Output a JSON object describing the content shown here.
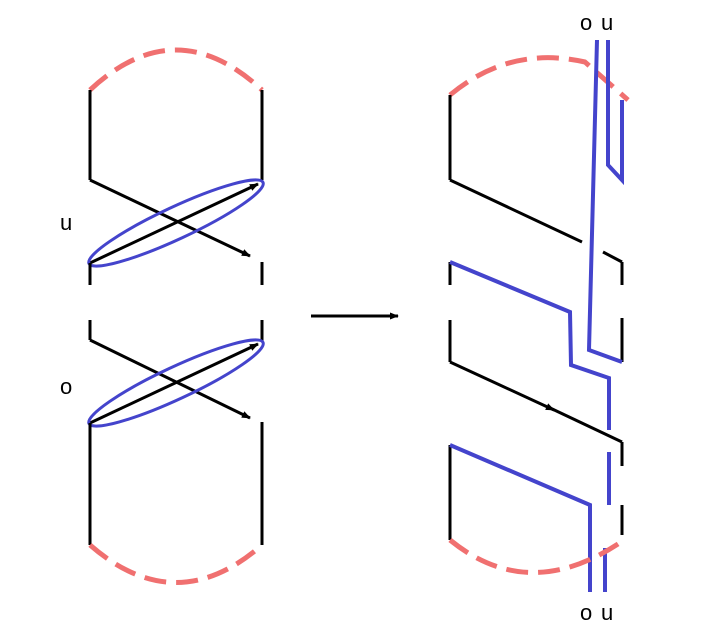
{
  "colors": {
    "strand": "#000000",
    "band": "#4444cc",
    "dashed": "#f07070",
    "background": "#ffffff"
  },
  "left_panel": {
    "label_u": "u",
    "label_o": "o"
  },
  "right_panel": {
    "top_labels": [
      "o",
      "u"
    ],
    "bottom_labels": [
      "o",
      "u"
    ]
  }
}
